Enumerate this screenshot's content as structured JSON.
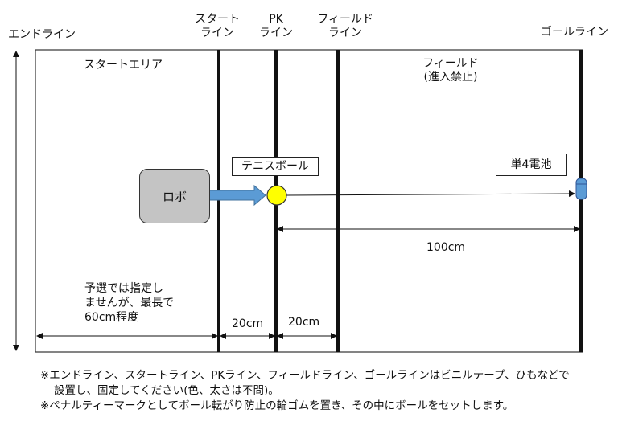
{
  "lines": {
    "end_line": "エンドライン",
    "start_line": [
      "スタート",
      "ライン"
    ],
    "pk_line": [
      "PK",
      "ライン"
    ],
    "field_line": [
      "フィールド",
      "ライン"
    ],
    "goal_line": "ゴールライン"
  },
  "areas": {
    "start_area": "スタートエリア",
    "field": [
      "フィールド",
      "(進入禁止)"
    ]
  },
  "objects": {
    "robot": "ロボ",
    "tennis_ball": "テニスボール",
    "battery": "単4電池"
  },
  "dimensions": {
    "distance_goal": "100cm",
    "start_to_pk": "20cm",
    "pk_to_field": "20cm",
    "start_area_note": [
      "予選では指定し",
      "ませんが、最長で",
      "60cm程度"
    ]
  },
  "notes": [
    "※エンドライン、スタートライン、PKライン、フィールドライン、ゴールラインはビニルテープ、ひもなどで",
    "設置し、固定してください(色、太さは不問)。",
    "※ペナルティーマークとしてボール転がり防止の輪ゴムを置き、その中にボールをセットします。"
  ],
  "colors": {
    "robot_fill": "#c4c4c4",
    "arrow_fill": "#5b9bd5",
    "ball_fill": "#ffff00",
    "battery_fill": "#5b9bd5"
  }
}
